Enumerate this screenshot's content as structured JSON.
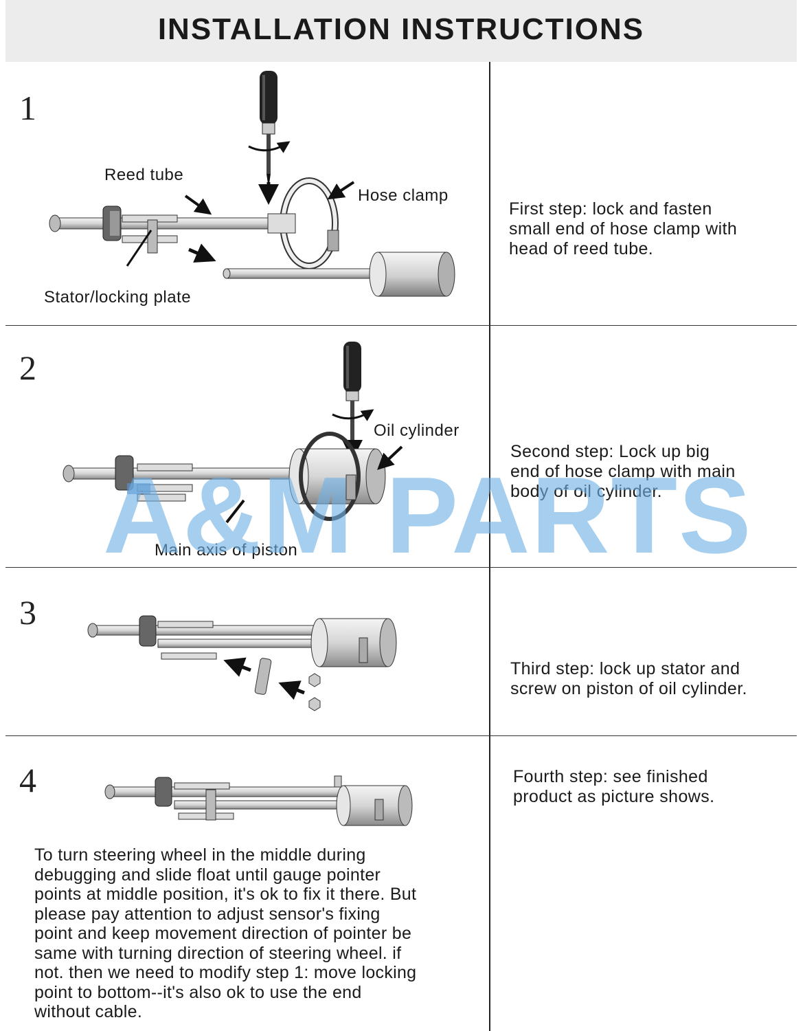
{
  "header": {
    "title": "INSTALLATION INSTRUCTIONS"
  },
  "steps": [
    {
      "number": "1",
      "labels": {
        "reed_tube": "Reed tube",
        "hose_clamp": "Hose clamp",
        "stator": "Stator/locking plate"
      },
      "text": [
        "First step: lock and fasten",
        "small end of hose clamp with",
        "head of reed tube."
      ]
    },
    {
      "number": "2",
      "labels": {
        "oil_cylinder": "Oil cylinder",
        "main_axis": "Main axis of piston"
      },
      "text": [
        "Second step: Lock up big",
        "end of hose clamp with main",
        "body of oil cylinder."
      ]
    },
    {
      "number": "3",
      "text": [
        "Third step: lock up stator and",
        "screw on piston of oil cylinder."
      ]
    },
    {
      "number": "4",
      "text": [
        "Fourth step: see finished",
        "product as picture shows."
      ]
    }
  ],
  "note": [
    "To turn steering wheel in the middle during",
    "debugging and slide float until gauge pointer",
    "points at middle position, it's ok to fix it there. But",
    "please pay attention to adjust sensor's fixing",
    "point and keep movement direction of pointer be",
    "same with turning direction of steering wheel. if",
    "not. then we need to modify step 1: move locking",
    "point to bottom--it's also ok to use the end",
    "without cable."
  ],
  "watermark": "A&M PARTS",
  "colors": {
    "watermark": "#70b0e4",
    "header_bg": "#ececec"
  }
}
